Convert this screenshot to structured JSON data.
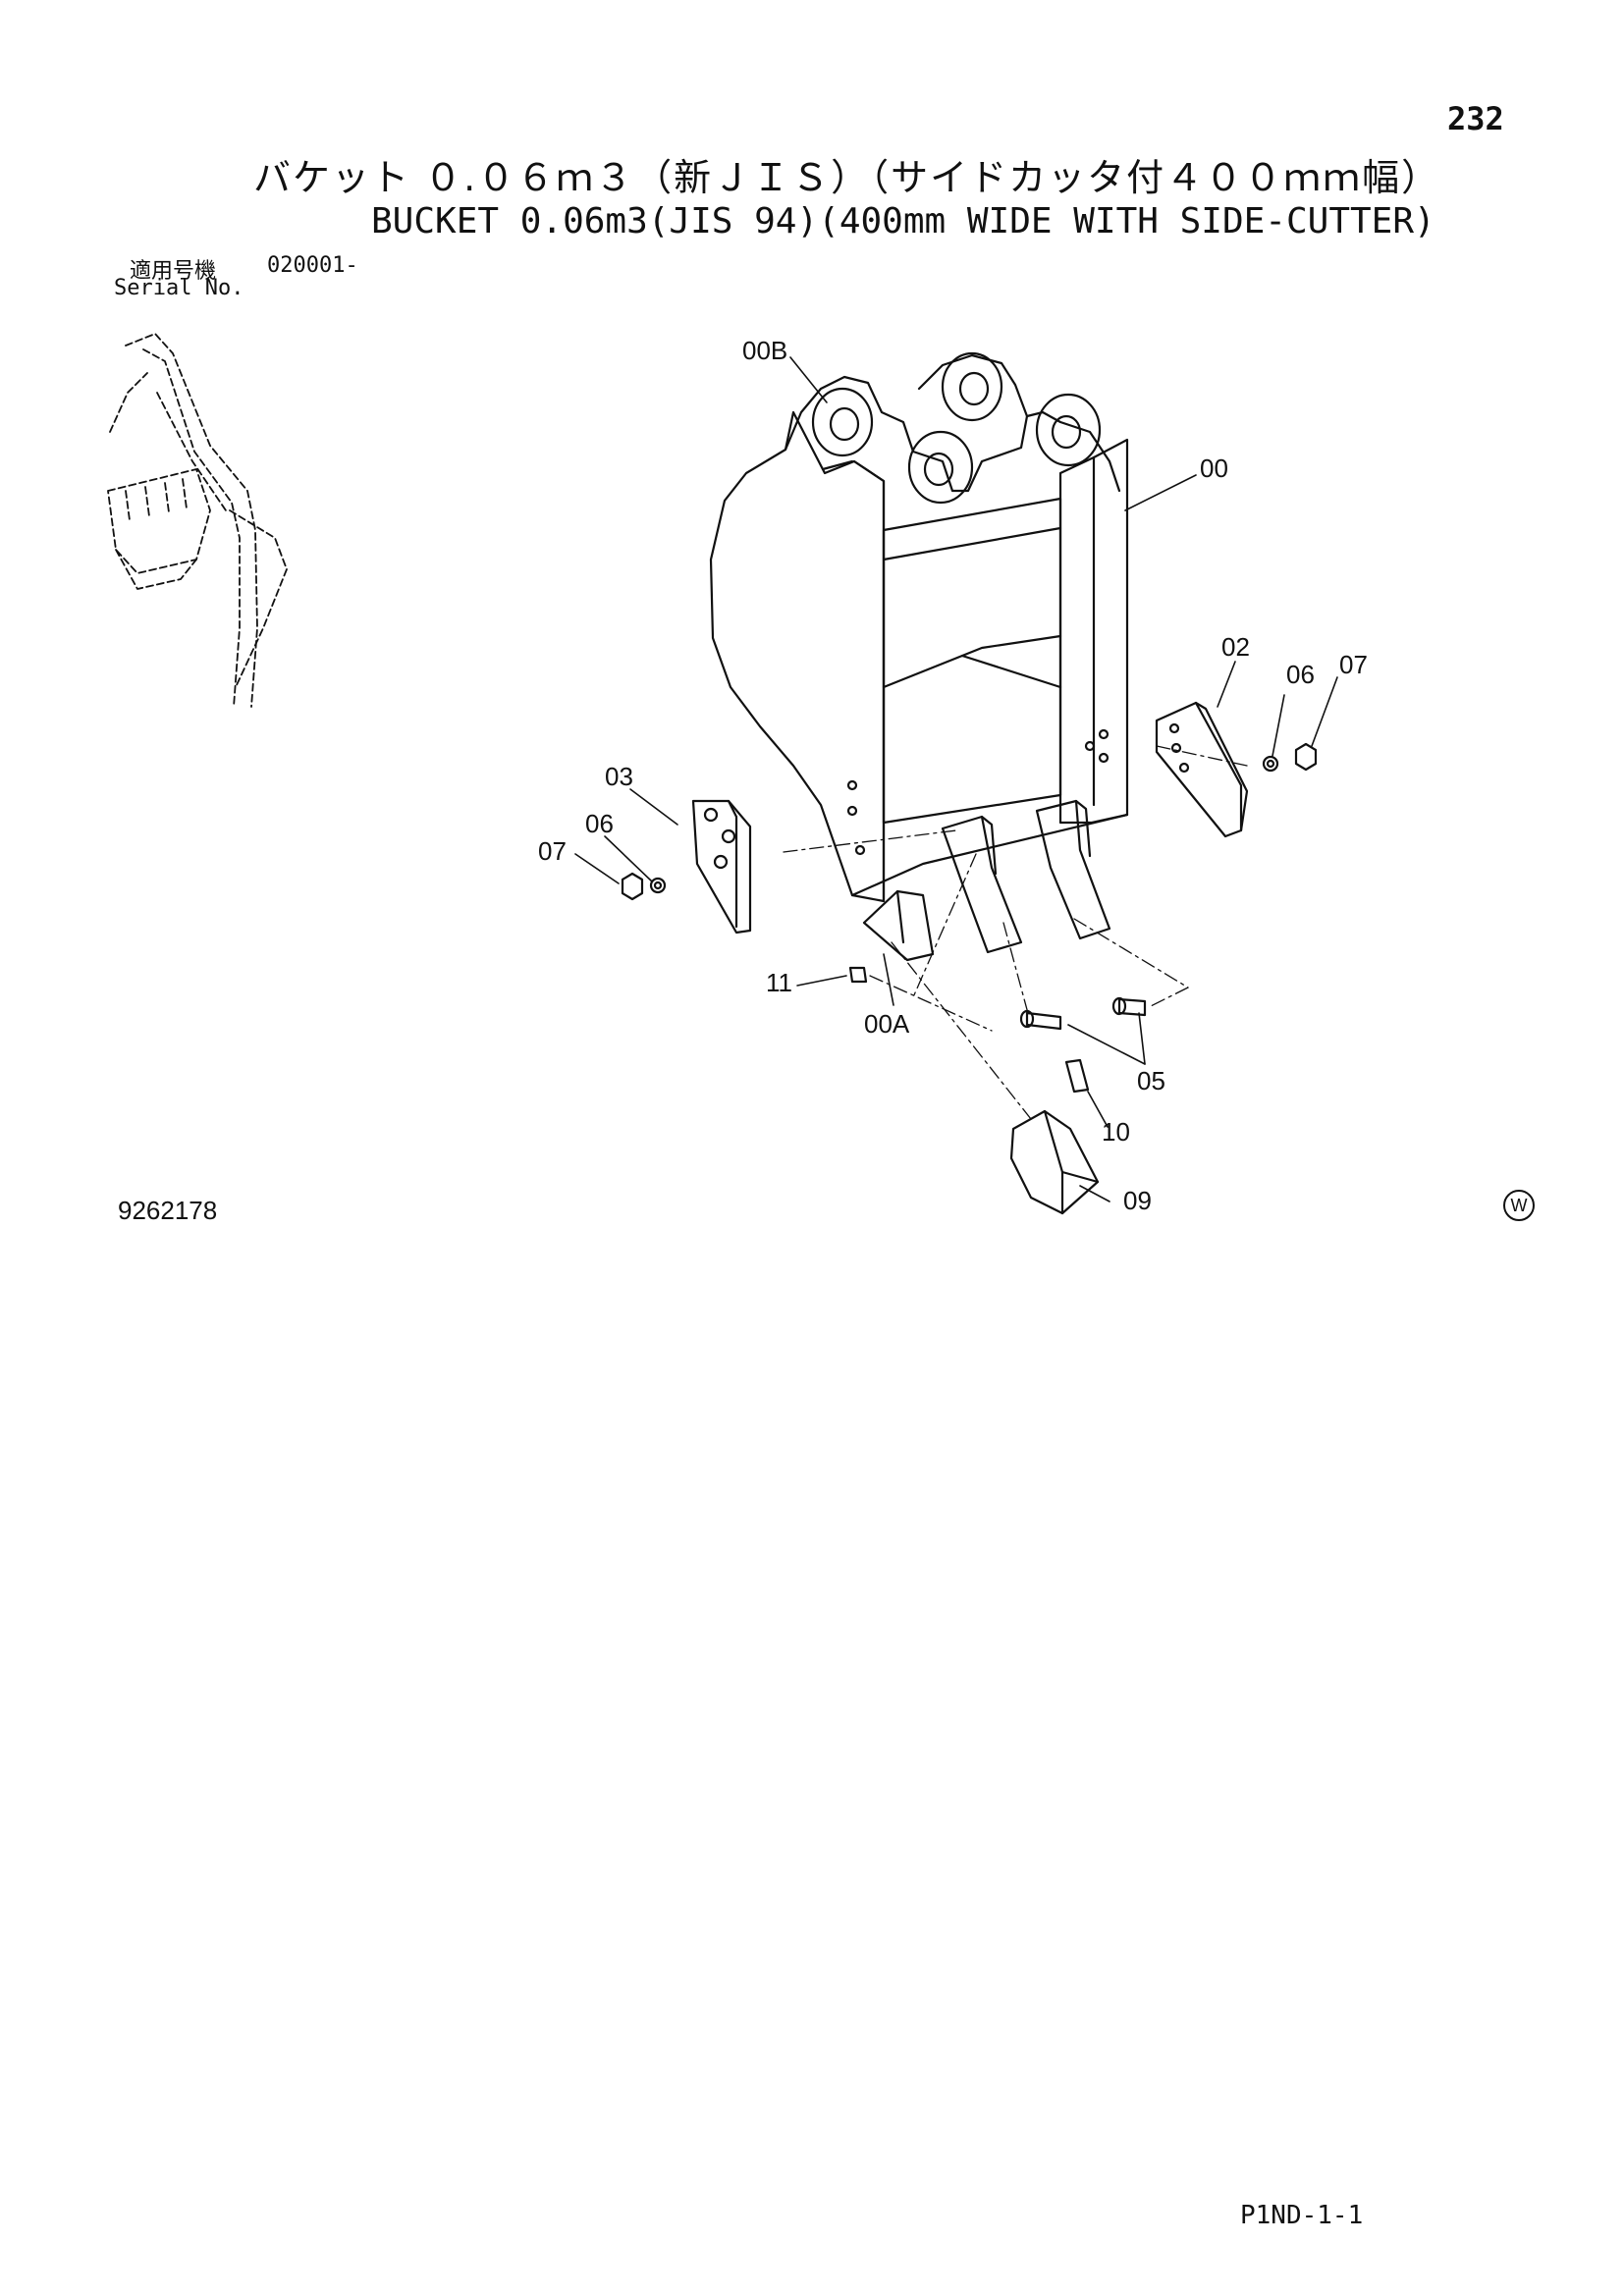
{
  "page_number": "232",
  "title_jp": "バケット ０.０６ｍ３（新ＪＩＳ）（サイドカッタ付４００ｍｍ幅）",
  "title_en": "BUCKET 0.06m3(JIS 94)(400mm WIDE WITH SIDE-CUTTER)",
  "serial": {
    "label_jp": "適用号機",
    "label_en": "Serial No.",
    "value": "020001-"
  },
  "figure_number": "9262178",
  "mark": "W",
  "page_code": "P1ND-1-1",
  "callouts": {
    "c00B": "00B",
    "c00": "00",
    "c02": "02",
    "c06r": "06",
    "c07r": "07",
    "c03": "03",
    "c06l": "06",
    "c07l": "07",
    "c11": "11",
    "c00A": "00A",
    "c05": "05",
    "c10": "10",
    "c09": "09"
  }
}
